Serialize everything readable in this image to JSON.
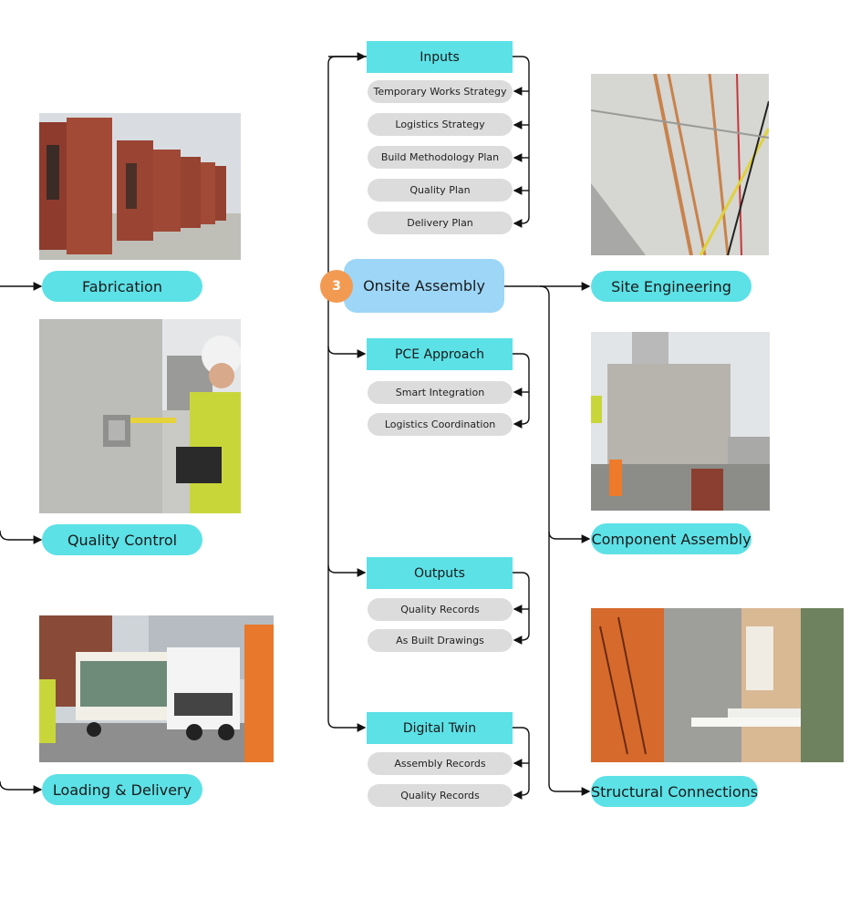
{
  "colors": {
    "pill": "#5ce1e6",
    "center": "#9dd6f7",
    "item": "#dcdcdc",
    "badge": "#f39a52",
    "line": "#111111"
  },
  "center": {
    "badge": "3",
    "label": "Onsite Assembly"
  },
  "left_stages": [
    {
      "label": "Fabrication",
      "photo": "brick-wall-panels-photo"
    },
    {
      "label": "Quality Control",
      "photo": "panel-inspection-photo"
    },
    {
      "label": "Loading & Delivery",
      "photo": "delivery-truck-photo"
    }
  ],
  "groups": [
    {
      "title": "Inputs",
      "items": [
        "Temporary Works Strategy",
        "Logistics Strategy",
        "Build Methodology Plan",
        "Quality Plan",
        "Delivery Plan"
      ]
    },
    {
      "title": "PCE Approach",
      "items": [
        "Smart Integration",
        "Logistics Coordination"
      ]
    },
    {
      "title": "Outputs",
      "items": [
        "Quality Records",
        "As Built Drawings"
      ]
    },
    {
      "title": "Digital Twin",
      "items": [
        "Assembly Records",
        "Quality Records"
      ]
    }
  ],
  "right_stages": [
    {
      "label": "Site Engineering",
      "photo": "ceiling-services-photo"
    },
    {
      "label": "Component Assembly",
      "photo": "crane-lifting-panel-photo"
    },
    {
      "label": "Structural Connections",
      "photo": "facade-connection-photo"
    }
  ]
}
